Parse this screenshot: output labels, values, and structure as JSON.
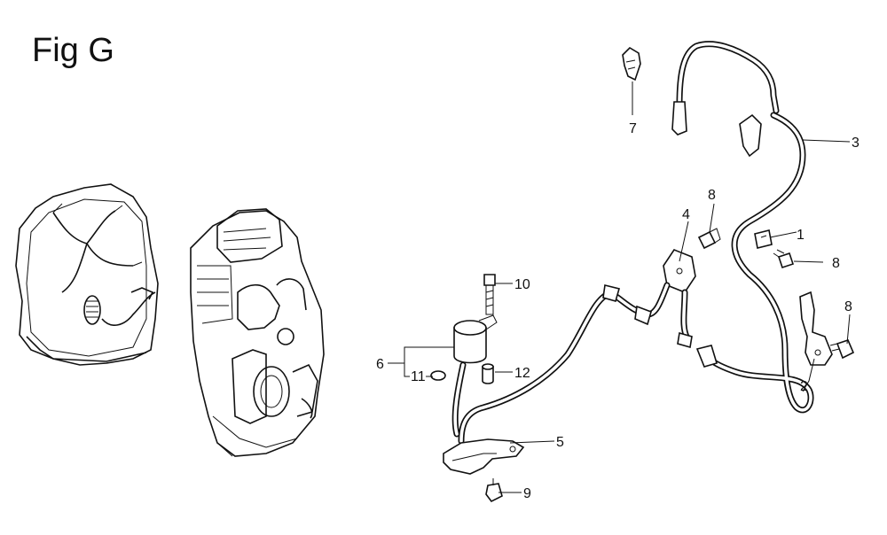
{
  "figure": {
    "title": "Fig G",
    "callouts": [
      {
        "id": "c1",
        "label": "1"
      },
      {
        "id": "c2",
        "label": "2"
      },
      {
        "id": "c3",
        "label": "3"
      },
      {
        "id": "c4",
        "label": "4"
      },
      {
        "id": "c5",
        "label": "5"
      },
      {
        "id": "c6",
        "label": "6"
      },
      {
        "id": "c7",
        "label": "7"
      },
      {
        "id": "c8a",
        "label": "8"
      },
      {
        "id": "c8b",
        "label": "8"
      },
      {
        "id": "c8c",
        "label": "8"
      },
      {
        "id": "c9",
        "label": "9"
      },
      {
        "id": "c10",
        "label": "10"
      },
      {
        "id": "c11",
        "label": "11"
      },
      {
        "id": "c12",
        "label": "12"
      }
    ]
  }
}
